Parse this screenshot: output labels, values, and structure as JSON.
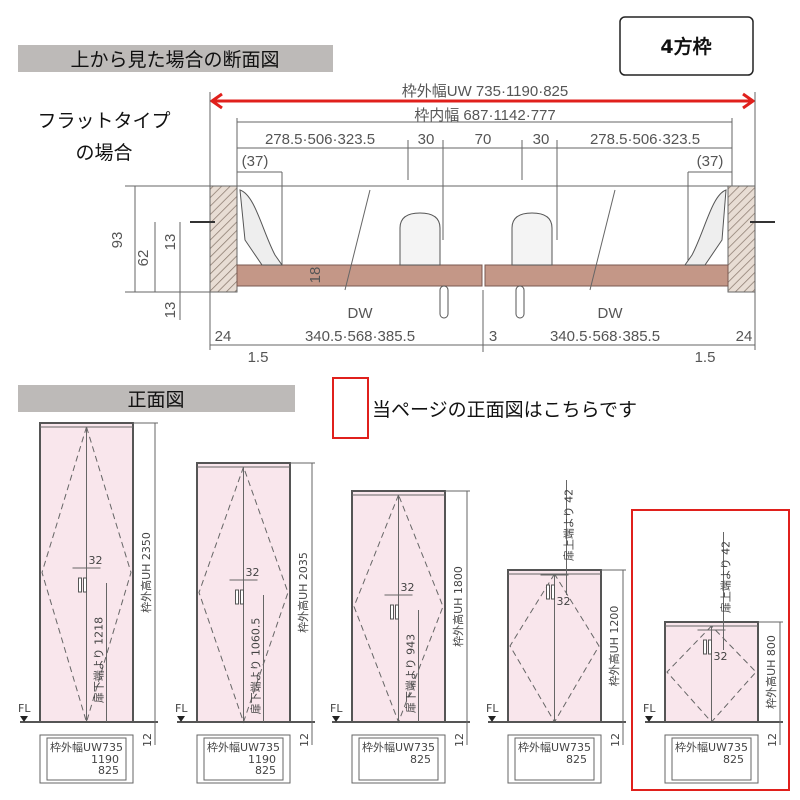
{
  "section_top": {
    "banner": "上から見た場合の断面図",
    "badge": "4方枠",
    "type_label_1": "フラットタイプ",
    "type_label_2": "の場合",
    "outer_width": "枠外幅UW 735·1190·825",
    "inner_width": "枠内幅 687·1142·777",
    "left_seg": "278.5·506·323.5",
    "gap_30_left": "30",
    "gap_70": "70",
    "gap_30_right": "30",
    "right_seg": "278.5·506·323.5",
    "left_37": "(37)",
    "right_37": "(37)",
    "dim_93": "93",
    "dim_62": "62",
    "dim_13_top": "13",
    "dim_13_bottom": "13",
    "dim_18": "18",
    "dw_left": "DW",
    "dw_right": "DW",
    "dw_left_value": "340.5·568·385.5",
    "dw_right_value": "340.5·568·385.5",
    "left_24": "24",
    "right_24": "24",
    "center_3": "3",
    "left_15": "1.5",
    "right_15": "1.5",
    "arrow_color": "#e0201c"
  },
  "section_front": {
    "banner": "正面図",
    "note": "当ページの正面図はこちらです",
    "highlight_color": "#e0201c",
    "doors": [
      {
        "height_label": "枠外高UH 2350",
        "handle_offset": "32",
        "handle_height": "扉下端より 1218",
        "width_label": "枠外幅UW735",
        "width_values": [
          "1190",
          "825"
        ],
        "fl": "FL",
        "bottom_gap": "12"
      },
      {
        "height_label": "枠外高UH 2035",
        "handle_offset": "32",
        "handle_height": "扉下端より 1060.5",
        "width_label": "枠外幅UW735",
        "width_values": [
          "1190",
          "825"
        ],
        "fl": "FL",
        "bottom_gap": "12"
      },
      {
        "height_label": "枠外高UH 1800",
        "handle_offset": "32",
        "handle_height": "扉下端より 943",
        "width_label": "枠外幅UW735",
        "width_values": [
          "825"
        ],
        "fl": "FL",
        "bottom_gap": "12"
      },
      {
        "height_label": "枠外高UH 1200",
        "handle_offset": "32",
        "handle_height": "扉上端より 42",
        "width_label": "枠外幅UW735",
        "width_values": [
          "825"
        ],
        "fl": "FL",
        "bottom_gap": "12"
      },
      {
        "height_label": "枠外高UH 800",
        "handle_offset": "32",
        "handle_height": "扉上端より 42",
        "width_label": "枠外幅UW735",
        "width_values": [
          "825"
        ],
        "fl": "FL",
        "bottom_gap": "12"
      }
    ]
  }
}
